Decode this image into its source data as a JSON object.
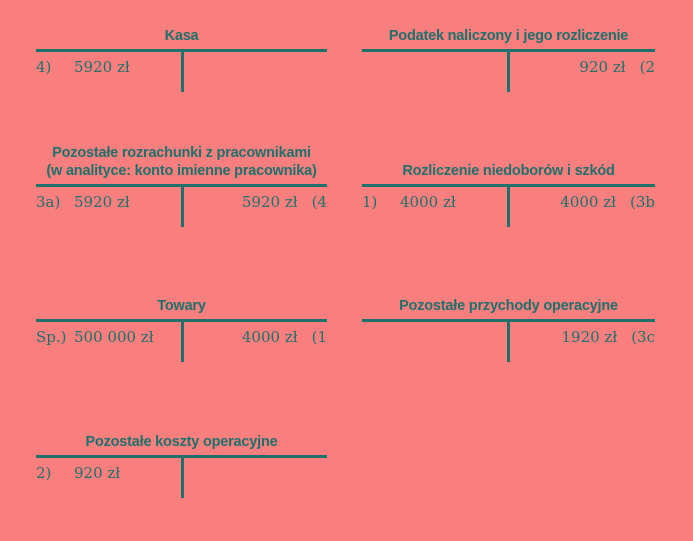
{
  "page": {
    "background_color": "#f97f7e",
    "ink_color": "#1f706b",
    "title_language": "pl"
  },
  "accounts": [
    {
      "id": "kasa",
      "title": "Kasa",
      "debit": {
        "ref": "4)",
        "amount": "5920 zł"
      },
      "credit": {
        "ref": "",
        "amount": ""
      }
    },
    {
      "id": "podatek",
      "title": "Podatek naliczony i jego rozliczenie",
      "debit": {
        "ref": "",
        "amount": ""
      },
      "credit": {
        "ref": "(2",
        "amount": "920 zł"
      }
    },
    {
      "id": "rozrachunki",
      "title": "Pozostałe rozrachunki z pracownikami\n(w analityce: konto imienne pracownika)",
      "debit": {
        "ref": "3a)",
        "amount": "5920 zł"
      },
      "credit": {
        "ref": "(4",
        "amount": "5920 zł"
      }
    },
    {
      "id": "niedobory",
      "title": "Rozliczenie niedoborów i szkód",
      "debit": {
        "ref": "1)",
        "amount": "4000 zł"
      },
      "credit": {
        "ref": "(3b",
        "amount": "4000 zł"
      }
    },
    {
      "id": "towary",
      "title": "Towary",
      "debit": {
        "ref": "Sp.)",
        "amount": "500 000 zł"
      },
      "credit": {
        "ref": "(1",
        "amount": "4000 zł"
      }
    },
    {
      "id": "przychody",
      "title": "Pozostałe przychody operacyjne",
      "debit": {
        "ref": "",
        "amount": ""
      },
      "credit": {
        "ref": "(3c",
        "amount": "1920 zł"
      }
    },
    {
      "id": "koszty",
      "title": "Pozostałe koszty operacyjne",
      "debit": {
        "ref": "2)",
        "amount": "920 zł"
      },
      "credit": {
        "ref": "",
        "amount": ""
      }
    }
  ]
}
